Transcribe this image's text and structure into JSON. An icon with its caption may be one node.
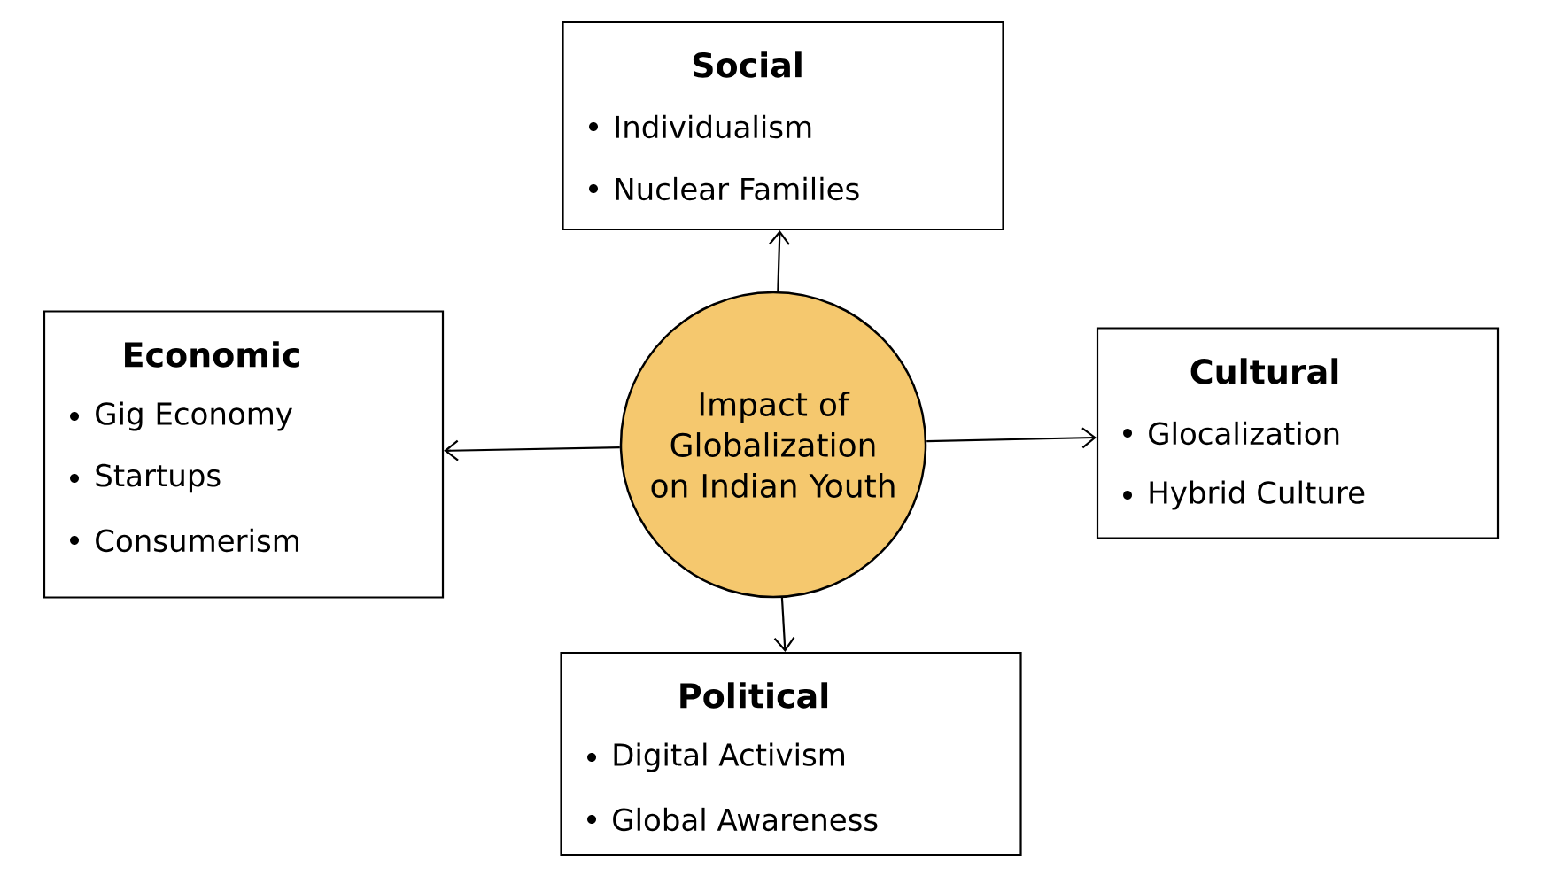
{
  "diagram": {
    "nodes": [
      {
        "text": [
          "Impact of Globalization on Indian Youth"
        ]
      },
      {
        "text": [
          "Social",
          "Individualism",
          "Nuclear Families"
        ]
      },
      {
        "text": [
          "Economic",
          "Gig Economy",
          "Startups",
          "Consumerism"
        ]
      },
      {
        "text": [
          "Cultural",
          "Glocalization",
          "Hybrid Culture"
        ]
      },
      {
        "text": [
          "Political",
          "Digital Activism",
          "Global Awareness"
        ]
      }
    ],
    "edges": [
      {
        "from": 0,
        "to": 1,
        "arrow": "to"
      },
      {
        "from": 0,
        "to": 2,
        "arrow": "to"
      },
      {
        "from": 0,
        "to": 3,
        "arrow": "to"
      },
      {
        "from": 0,
        "to": 4,
        "arrow": "to"
      }
    ]
  }
}
